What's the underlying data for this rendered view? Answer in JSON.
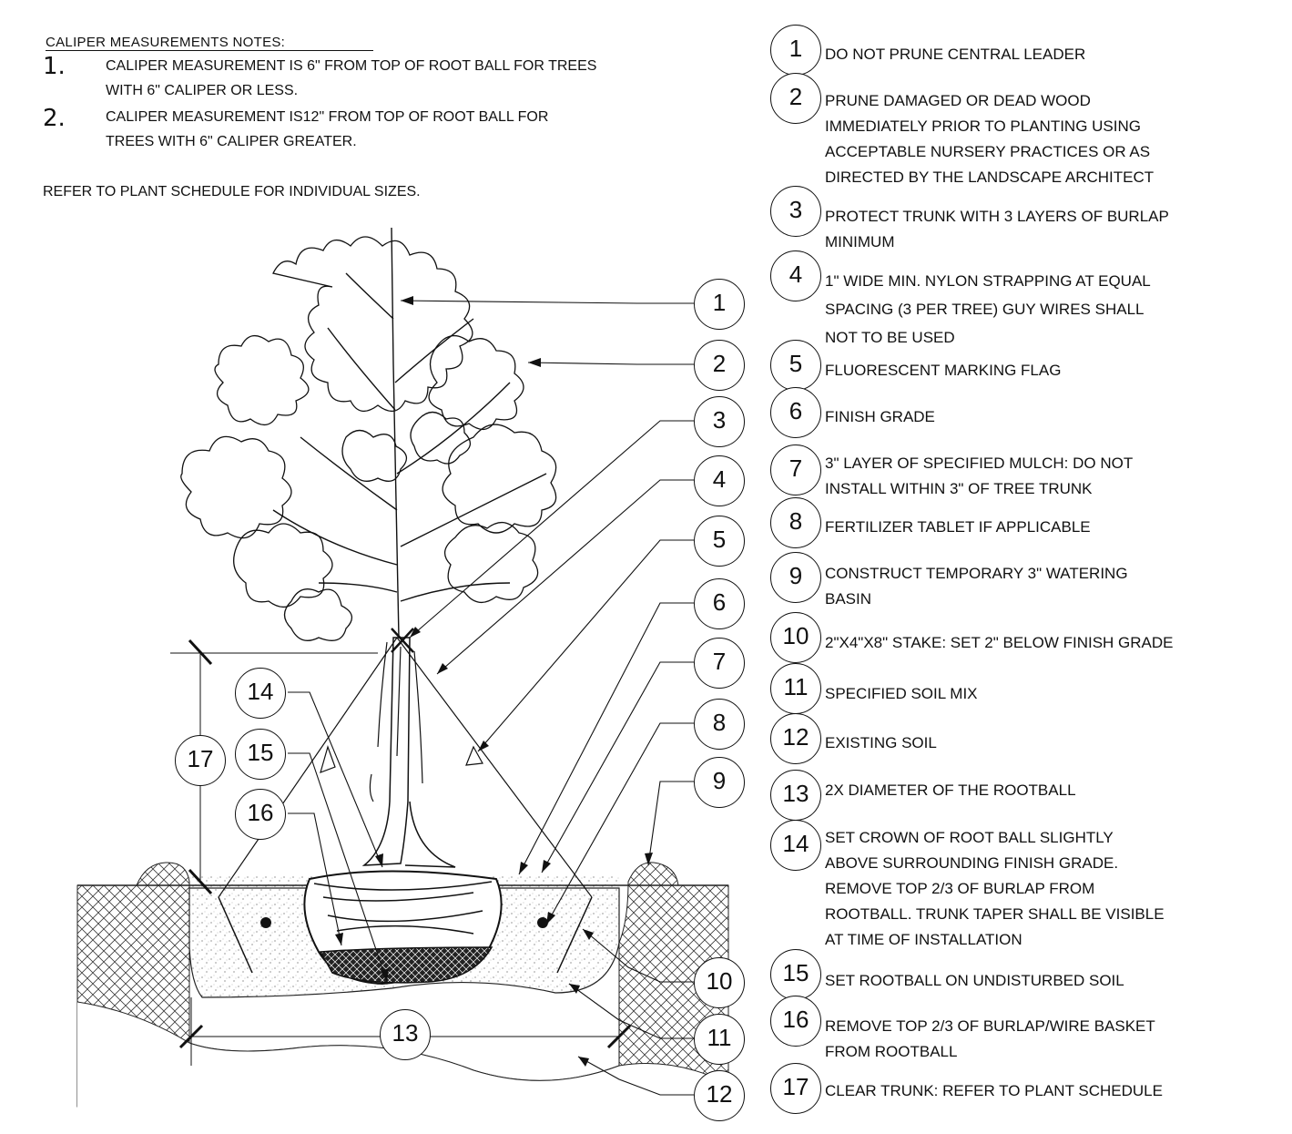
{
  "caliper_notes": {
    "title": "CALIPER MEASUREMENTS NOTES:",
    "items": [
      {
        "num": "1.",
        "lines": [
          "CALIPER MEASUREMENT IS 6\" FROM TOP OF ROOT BALL FOR TREES",
          "WITH 6\" CALIPER OR LESS."
        ]
      },
      {
        "num": "2.",
        "lines": [
          "CALIPER MEASUREMENT IS12\" FROM TOP OF ROOT BALL FOR",
          "TREES WITH 6\" CALIPER GREATER."
        ]
      }
    ]
  },
  "refer_note": "REFER TO PLANT SCHEDULE FOR INDIVIDUAL SIZES.",
  "legend": [
    {
      "num": "1",
      "lines": [
        "DO NOT PRUNE CENTRAL LEADER"
      ]
    },
    {
      "num": "2",
      "lines": [
        "PRUNE DAMAGED OR DEAD WOOD",
        "IMMEDIATELY PRIOR TO PLANTING USING",
        "ACCEPTABLE NURSERY PRACTICES OR AS",
        "DIRECTED BY THE LANDSCAPE ARCHITECT"
      ]
    },
    {
      "num": "3",
      "lines": [
        "PROTECT TRUNK WITH 3 LAYERS OF BURLAP",
        "MINIMUM"
      ]
    },
    {
      "num": "4",
      "lines": [
        "1\" WIDE MIN. NYLON STRAPPING AT EQUAL",
        "SPACING (3 PER TREE) GUY WIRES SHALL",
        "NOT TO BE USED"
      ]
    },
    {
      "num": "5",
      "lines": [
        "FLUORESCENT MARKING FLAG"
      ]
    },
    {
      "num": "6",
      "lines": [
        "FINISH GRADE"
      ]
    },
    {
      "num": "7",
      "lines": [
        "3\" LAYER OF SPECIFIED MULCH: DO NOT",
        "INSTALL WITHIN 3\" OF TREE TRUNK"
      ]
    },
    {
      "num": "8",
      "lines": [
        "FERTILIZER TABLET IF APPLICABLE"
      ]
    },
    {
      "num": "9",
      "lines": [
        "CONSTRUCT TEMPORARY 3\" WATERING",
        "BASIN"
      ]
    },
    {
      "num": "10",
      "lines": [
        "2\"X4\"X8\" STAKE: SET 2\" BELOW FINISH GRADE"
      ]
    },
    {
      "num": "11",
      "lines": [
        "SPECIFIED SOIL MIX"
      ]
    },
    {
      "num": "12",
      "lines": [
        "EXISTING SOIL"
      ]
    },
    {
      "num": "13",
      "lines": [
        "2X DIAMETER OF THE ROOTBALL"
      ]
    },
    {
      "num": "14",
      "lines": [
        "SET CROWN OF ROOT BALL SLIGHTLY",
        "ABOVE SURROUNDING FINISH GRADE.",
        "REMOVE TOP 2/3 OF BURLAP FROM",
        "ROOTBALL. TRUNK TAPER SHALL BE VISIBLE",
        "AT TIME OF INSTALLATION"
      ]
    },
    {
      "num": "15",
      "lines": [
        "SET ROOTBALL ON UNDISTURBED SOIL"
      ]
    },
    {
      "num": "16",
      "lines": [
        "REMOVE TOP 2/3 OF BURLAP/WIRE BASKET",
        "FROM ROOTBALL"
      ]
    },
    {
      "num": "17",
      "lines": [
        "CLEAR TRUNK: REFER TO PLANT SCHEDULE"
      ]
    }
  ],
  "callouts": [
    "1",
    "2",
    "3",
    "4",
    "5",
    "6",
    "7",
    "8",
    "9",
    "10",
    "11",
    "12",
    "13",
    "14",
    "15",
    "16",
    "17"
  ]
}
